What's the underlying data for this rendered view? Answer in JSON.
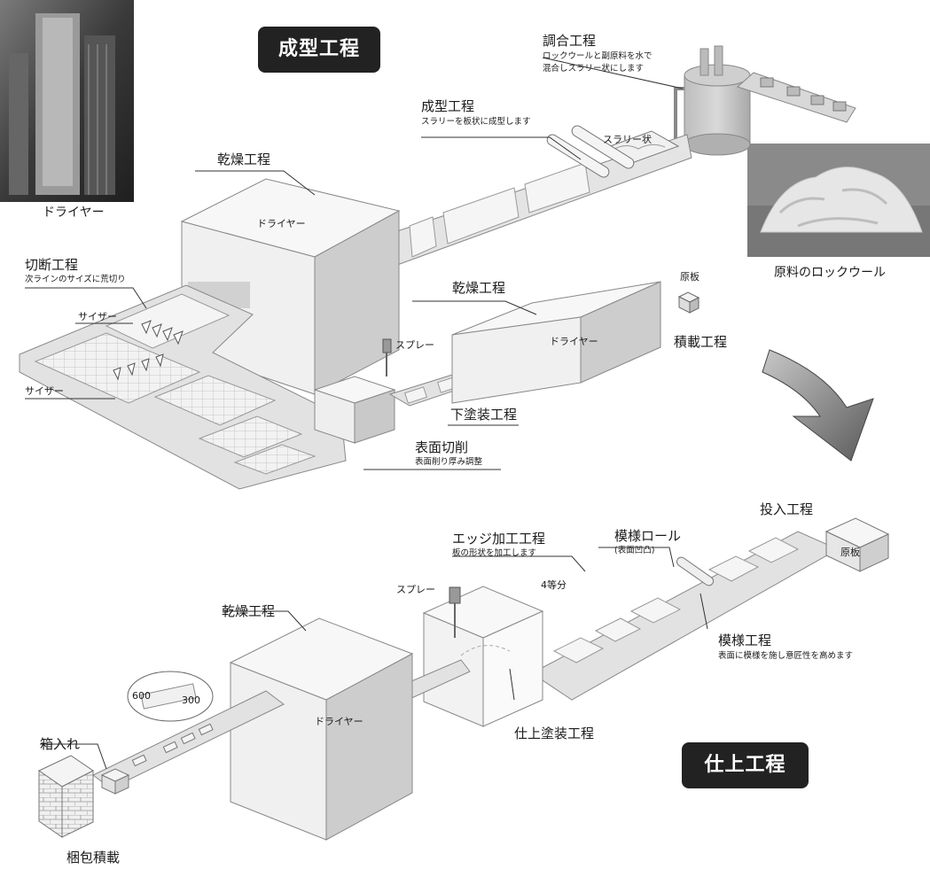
{
  "badges": {
    "forming": "成型工程",
    "finishing": "仕上工程"
  },
  "photos": {
    "dryer_caption": "ドライヤー",
    "rockwool_caption": "原料のロックウール"
  },
  "upper": {
    "mixing": {
      "title": "調合工程",
      "desc1": "ロックウールと副原料を水で",
      "desc2": "混合しスラリー状にします"
    },
    "forming": {
      "title": "成型工程",
      "desc": "スラリーを板状に成型します"
    },
    "slurry": "スラリー状",
    "drying1": {
      "title": "乾燥工程",
      "box": "ドライヤー"
    },
    "cutting": {
      "title": "切断工程",
      "desc": "次ラインのサイズに荒切り"
    },
    "sizer_top": "サイザー",
    "sizer_left": "サイザー",
    "drying2": {
      "title": "乾燥工程",
      "box": "ドライヤー"
    },
    "spray": "スプレー",
    "undercoat": "下塗装工程",
    "surface_cut": {
      "title": "表面切削",
      "desc": "表面削り厚み調整"
    },
    "genban": "原板",
    "stacking": "積載工程"
  },
  "lower": {
    "input": "投入工程",
    "genban": "原板",
    "edge": {
      "title": "エッジ加工工程",
      "desc": "板の形状を加工します"
    },
    "pattern_roll": {
      "title": "模様ロール",
      "desc": "(表面凹凸)"
    },
    "pattern": {
      "title": "模様工程",
      "desc": "表面に模様を施し意匠性を高めます"
    },
    "quarter": "4等分",
    "spray": "スプレー",
    "finish_coat": "仕上塗装工程",
    "drying": {
      "title": "乾燥工程",
      "box": "ドライヤー"
    },
    "boxing": "箱入れ",
    "packing": "梱包積載",
    "size_600": "600",
    "size_300": "300"
  },
  "colors": {
    "belt": "#e2e2e2",
    "box_front": "#eeeeee",
    "box_side": "#cfcfcf",
    "box_top": "#f6f6f6",
    "edge": "#888888",
    "arrow": "#555555"
  }
}
